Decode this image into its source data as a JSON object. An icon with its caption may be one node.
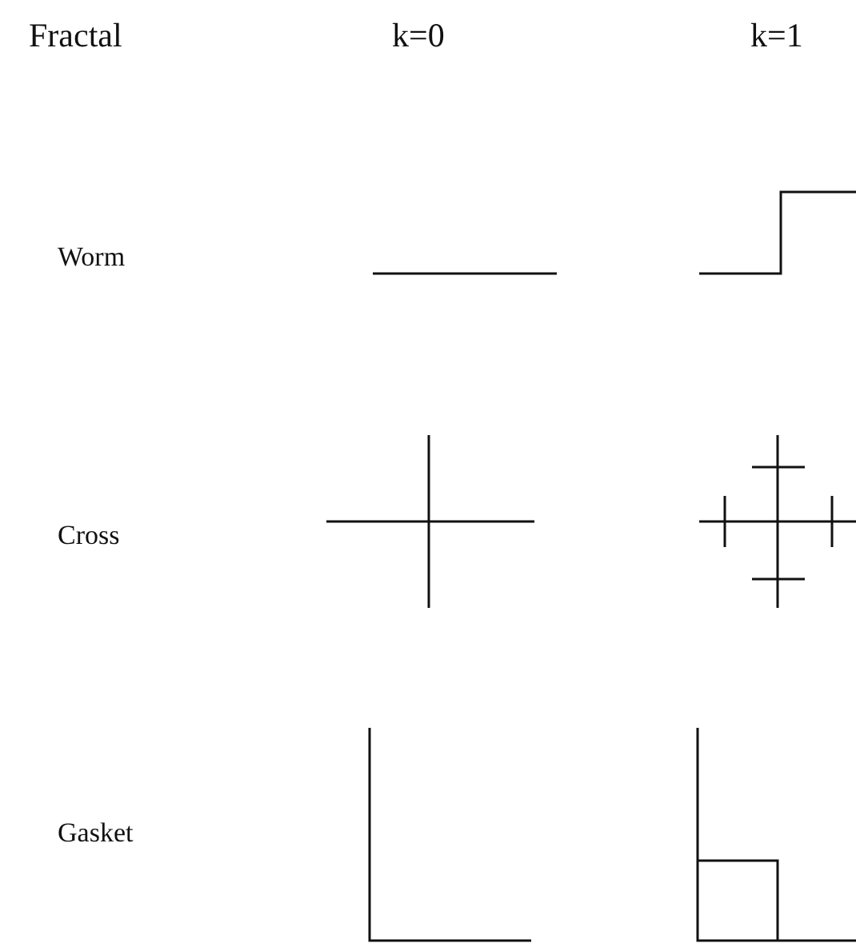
{
  "diagram": {
    "labels": [
      "Fractal",
      "k=0",
      "k=1",
      "Worm",
      "Cross",
      "Gasket"
    ]
  }
}
